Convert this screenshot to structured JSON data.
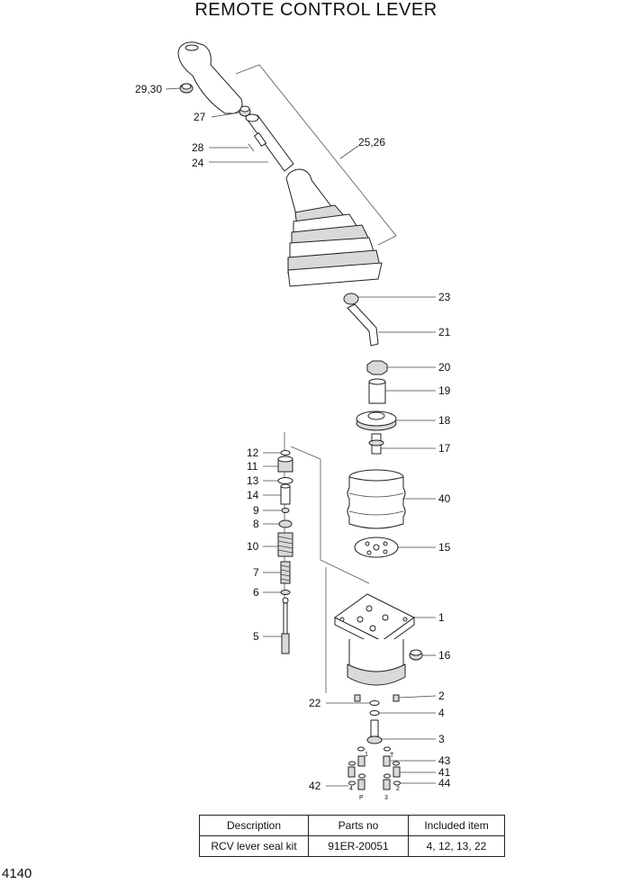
{
  "title": "REMOTE CONTROL LEVER",
  "page_number": "4140",
  "callouts": {
    "c2930": "29,30",
    "c27": "27",
    "c28": "28",
    "c24": "24",
    "c2526": "25,26",
    "c23": "23",
    "c21": "21",
    "c20": "20",
    "c19": "19",
    "c18": "18",
    "c17": "17",
    "c40": "40",
    "c15": "15",
    "c1": "1",
    "c16": "16",
    "c2": "2",
    "c4": "4",
    "c3": "3",
    "c43": "43",
    "c41": "41",
    "c44": "44",
    "c42": "42",
    "c22": "22",
    "c12": "12",
    "c11": "11",
    "c13": "13",
    "c14": "14",
    "c9": "9",
    "c8": "8",
    "c10": "10",
    "c7": "7",
    "c6": "6",
    "c5": "5"
  },
  "port_marks": {
    "p1": "1",
    "pT": "T",
    "p4": "4",
    "p2": "2",
    "pP": "P",
    "p3": "3"
  },
  "kit_table": {
    "headers": [
      "Description",
      "Parts no",
      "Included item"
    ],
    "row": [
      "RCV lever seal kit",
      "91ER-20051",
      "4, 12, 13, 22"
    ]
  }
}
